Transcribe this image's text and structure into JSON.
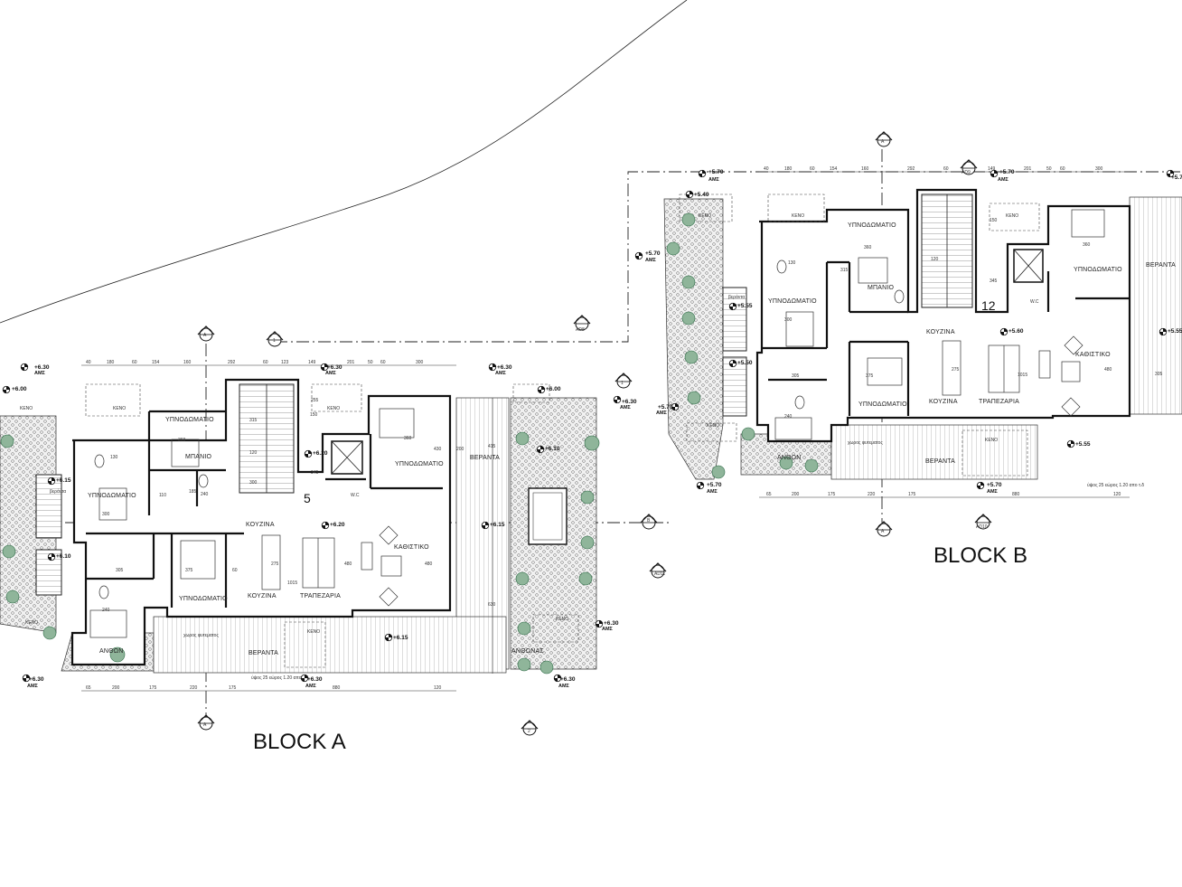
{
  "blocks": {
    "a": {
      "label": "BLOCK A",
      "unit_number": "5"
    },
    "b": {
      "label": "BLOCK B",
      "unit_number": "12"
    }
  },
  "rooms": {
    "bedroom": "ΥΠΝΟΔΩΜΑΤΙΟ",
    "bath": "ΜΠΑΝΙΟ",
    "kitchen": "ΚΟΥΖΙΝΑ",
    "dining": "ΤΡΑΠΕΖΑΡΙΑ",
    "living": "ΚΑΘΙΣΤΙΚΟ",
    "veranda": "ΒΕΡΑΝΤΑ",
    "garden": "ΑΝΘΩΝ",
    "gardens": "ΑΝΘΩΝΑΣ",
    "wc": "W.C",
    "void": "ΚΕΝΟ",
    "small_veranda": "βεράντα",
    "planter_space": "χωρος φυτεματος"
  },
  "levels": {
    "ams": "ΑΜΣ",
    "l630": "+6.30",
    "l600": "+6.00",
    "l620": "+6.20",
    "l615": "+6.15",
    "l610": "+6.10",
    "l570": "+5.70",
    "l540": "+5.40",
    "l560": "+5.60",
    "l555": "+5.55",
    "l550": "+5.50"
  },
  "dims_top_a": [
    "40",
    "180",
    "60",
    "154",
    "160",
    "292",
    "60",
    "123",
    "149",
    "201",
    "50",
    "60",
    "300"
  ],
  "dims_bottom_a": [
    "65",
    "200",
    "175",
    "220",
    "175",
    "880",
    "120"
  ],
  "dims_top_b": [
    "40",
    "180",
    "60",
    "154",
    "160",
    "292",
    "60",
    "149",
    "201",
    "50",
    "60",
    "300"
  ],
  "dims_bottom_b": [
    "65",
    "200",
    "175",
    "220",
    "175",
    "880",
    "120"
  ],
  "dims_inner": {
    "d360": "360",
    "d430": "430",
    "d315": "315",
    "d300": "300",
    "d240": "240",
    "d305": "305",
    "d375": "375",
    "d275": "275",
    "d1015": "1015",
    "d480": "480",
    "d130": "130",
    "d150": "150",
    "d120": "120",
    "d200": "200",
    "d415": "415",
    "d630": "630",
    "d345": "345",
    "d255": "255",
    "d60": "60",
    "d110": "110",
    "d185": "185"
  },
  "notes": {
    "a": "ύψος 25 εώρος\n1.20 απο τ.δ",
    "b": "ύψος 25 εώρος\n1.20 απο τ.δ"
  },
  "section_marks": {
    "a": "A",
    "b": "B",
    "one": "1",
    "two": "2",
    "ad8": "AD8",
    "ad9": "AD9",
    "ad10": "AD10",
    "ad11": "AD11"
  }
}
